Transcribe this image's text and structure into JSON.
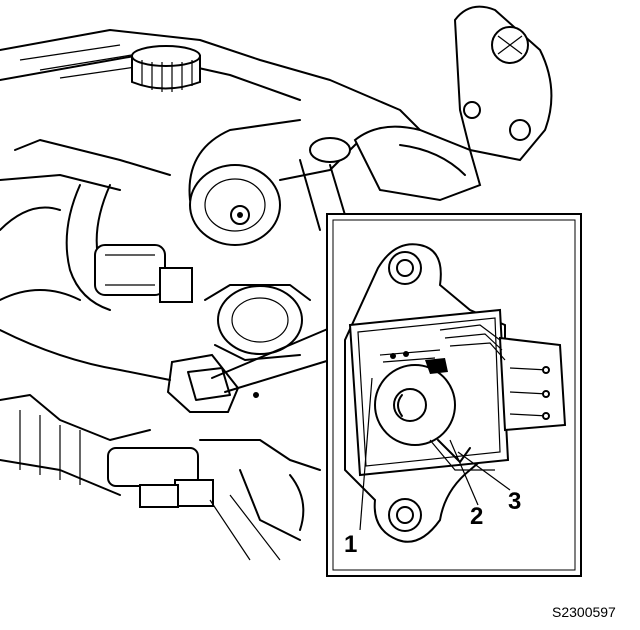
{
  "callouts": {
    "one": "1",
    "two": "2",
    "three": "3"
  },
  "figure_id": "S2300597",
  "colors": {
    "ink": "#000000",
    "paper": "#ffffff"
  }
}
